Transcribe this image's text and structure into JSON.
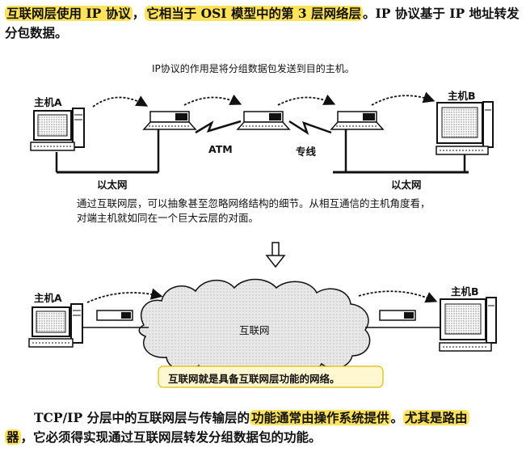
{
  "intro": {
    "hl1": "互联网层使用 IP 协议",
    "sep": "，",
    "hl2": "它相当于 OSI 模型中的第 3 层网络层",
    "rest": "。IP 协议基于 IP 地址转发分包数据。"
  },
  "figure": {
    "caption": "IP协议的作用是将分组数据包发送到目的主机。",
    "host_a": "主机A",
    "host_b": "主机B",
    "atm": "ATM",
    "leased_line": "专线",
    "ethernet_left": "以太网",
    "ethernet_right": "以太网",
    "note_line1": "通过互联网层，可以抽象甚至忽略网络结构的细节。从相互通信的主机角度看，",
    "note_line2": "对端主机就如同在一个巨大云层的对面。",
    "cloud_label": "互联网",
    "host_a2": "主机A",
    "host_b2": "主机B",
    "banner": "互联网就是具备互联网层功能的网络。"
  },
  "outro": {
    "plain1": "TCP/IP 分层中的互联网层与传输层的",
    "hl1": "功能通常由操作系统提供",
    "sep": "。",
    "hl2a": "尤其是路由",
    "hl2b": "器",
    "rest": "，它必须得实现通过互联网层转发分组数据包的功能。"
  },
  "colors": {
    "highlight": "#ffe35a",
    "banner_fill": "#fff7cf",
    "banner_border": "#e0b800",
    "cloud_fill": "#e4e4e4",
    "ink": "#111111"
  }
}
